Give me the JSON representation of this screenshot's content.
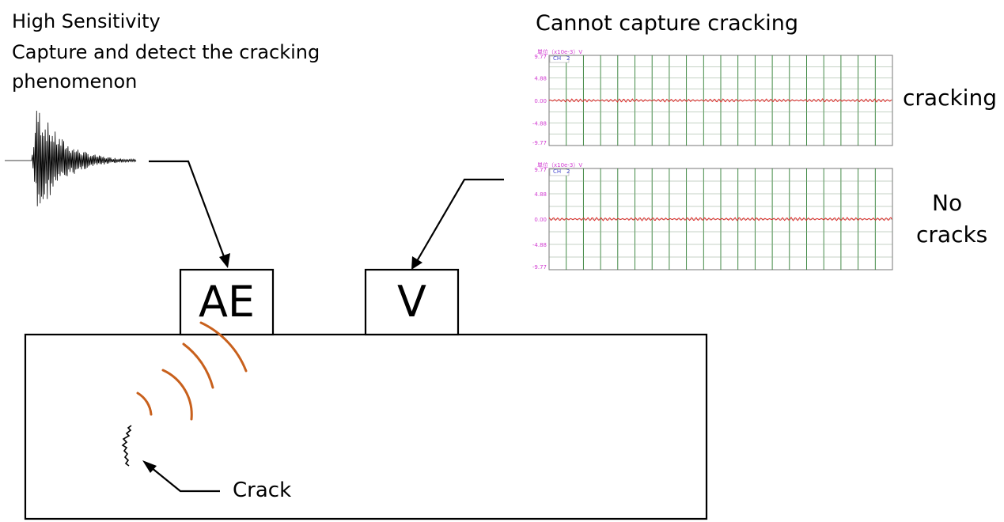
{
  "left_caption": {
    "line1": "High Sensitivity",
    "line2": "Capture and detect the cracking",
    "line3": "phenomenon"
  },
  "right_caption": "Cannot capture cracking",
  "sensors": {
    "ae_label": "AE",
    "v_label": "V"
  },
  "crack_label": "Crack",
  "scope_top": {
    "unit": "単位（x10e-3）V",
    "channel_prefix": "CH",
    "channel": "2",
    "y_ticks": [
      "9.77",
      "4.88",
      "0.00",
      "-4.88",
      "-9.77"
    ],
    "label": "cracking"
  },
  "scope_bottom": {
    "unit": "単位（x10e-3）V",
    "channel_prefix": "CH",
    "channel": "2",
    "y_ticks": [
      "9.77",
      "4.88",
      "0.00",
      "-4.88",
      "-9.77"
    ],
    "label_line1": "No",
    "label_line2": "cracks"
  },
  "colors": {
    "wave_arc": "#c8601c",
    "trace": "#e02020",
    "grid": "#2e7d32"
  }
}
